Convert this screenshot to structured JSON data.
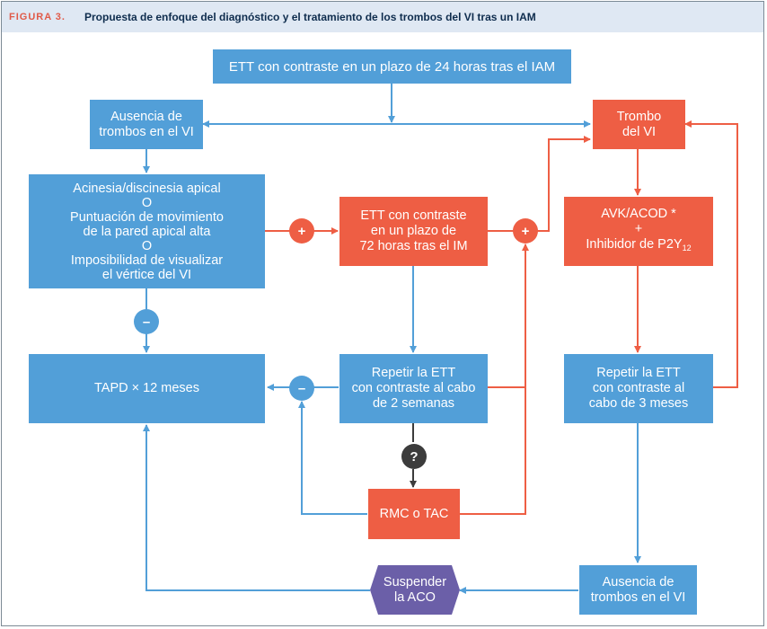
{
  "figure": {
    "label": "FIGURA 3.",
    "title": "Propuesta de enfoque del diagnóstico y el tratamiento de los trombos del VI tras un IAM"
  },
  "nodes": {
    "ett_24h": "ETT con contraste en un plazo de 24 horas tras el IAM",
    "ausencia_top": [
      "Ausencia de",
      "trombos en el VI"
    ],
    "trombo": [
      "Trombo",
      "del VI"
    ],
    "acinesia": [
      "Acinesia/discinesia apical",
      "O",
      "Puntuación de movimiento",
      "de la pared apical alta",
      "O",
      "Imposibilidad de visualizar",
      "el vértice del VI"
    ],
    "ett_72h": [
      "ETT con contraste",
      "en un plazo de",
      "72 horas tras el IM"
    ],
    "avk": {
      "line1": "AVK/ACOD *",
      "line2": "+",
      "line3_main": "Inhibidor de P2Y",
      "line3_sub": "12"
    },
    "tapd": "TAPD × 12 meses",
    "repetir_2s": [
      "Repetir la ETT",
      "con contraste al cabo",
      "de 2 semanas"
    ],
    "repetir_3m": [
      "Repetir la ETT",
      "con contraste al",
      "cabo de 3 meses"
    ],
    "rmc": "RMC o TAC",
    "suspender": [
      "Suspender",
      "la ACO"
    ],
    "ausencia_bottom": [
      "Ausencia de",
      "trombos en el VI"
    ]
  },
  "markers": {
    "plus": "+",
    "minus": "–",
    "question": "?"
  },
  "colors": {
    "blue": "#529fd8",
    "red": "#ee5e44",
    "purple": "#6b5fa8",
    "dark": "#3c3c3c",
    "header_bg": "#dfe8f3",
    "title_text": "#0f2d4e",
    "label_text": "#e05a48"
  }
}
